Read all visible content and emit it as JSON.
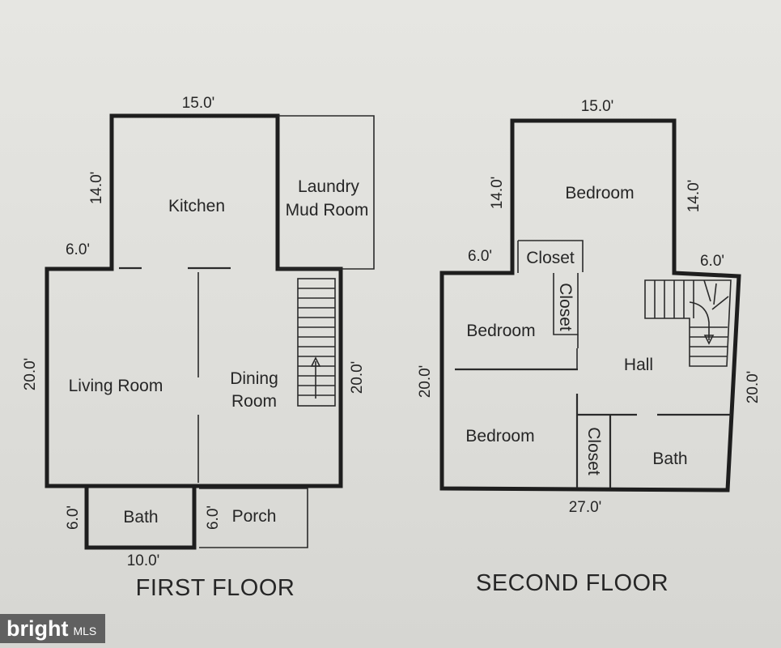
{
  "first_floor": {
    "title": "FIRST FLOOR",
    "rooms": {
      "kitchen": "Kitchen",
      "laundry_line1": "Laundry",
      "laundry_line2": "Mud Room",
      "living_room": "Living Room",
      "dining_line1": "Dining",
      "dining_line2": "Room",
      "bath": "Bath",
      "porch": "Porch"
    },
    "dimensions": {
      "kitchen_width": "15.0'",
      "kitchen_depth": "14.0'",
      "offset_left": "6.0'",
      "main_depth_left": "20.0'",
      "main_depth_right": "20.0'",
      "bath_depth": "6.0'",
      "porch_depth": "6.0'",
      "bath_width": "10.0'"
    }
  },
  "second_floor": {
    "title": "SECOND FLOOR",
    "rooms": {
      "bedroom_top": "Bedroom",
      "closet_top": "Closet",
      "closet_vertical": "Closet",
      "bedroom_left": "Bedroom",
      "hall": "Hall",
      "bedroom_bottom": "Bedroom",
      "closet_bottom": "Closet",
      "bath": "Bath"
    },
    "dimensions": {
      "top_width": "15.0'",
      "top_depth_left": "14.0'",
      "top_depth_right": "14.0'",
      "offset_left": "6.0'",
      "offset_right": "6.0'",
      "main_depth_left": "20.0'",
      "main_depth_right": "20.0'",
      "bottom_width": "27.0'"
    }
  },
  "watermark": {
    "brand": "bright",
    "suffix": "MLS"
  }
}
